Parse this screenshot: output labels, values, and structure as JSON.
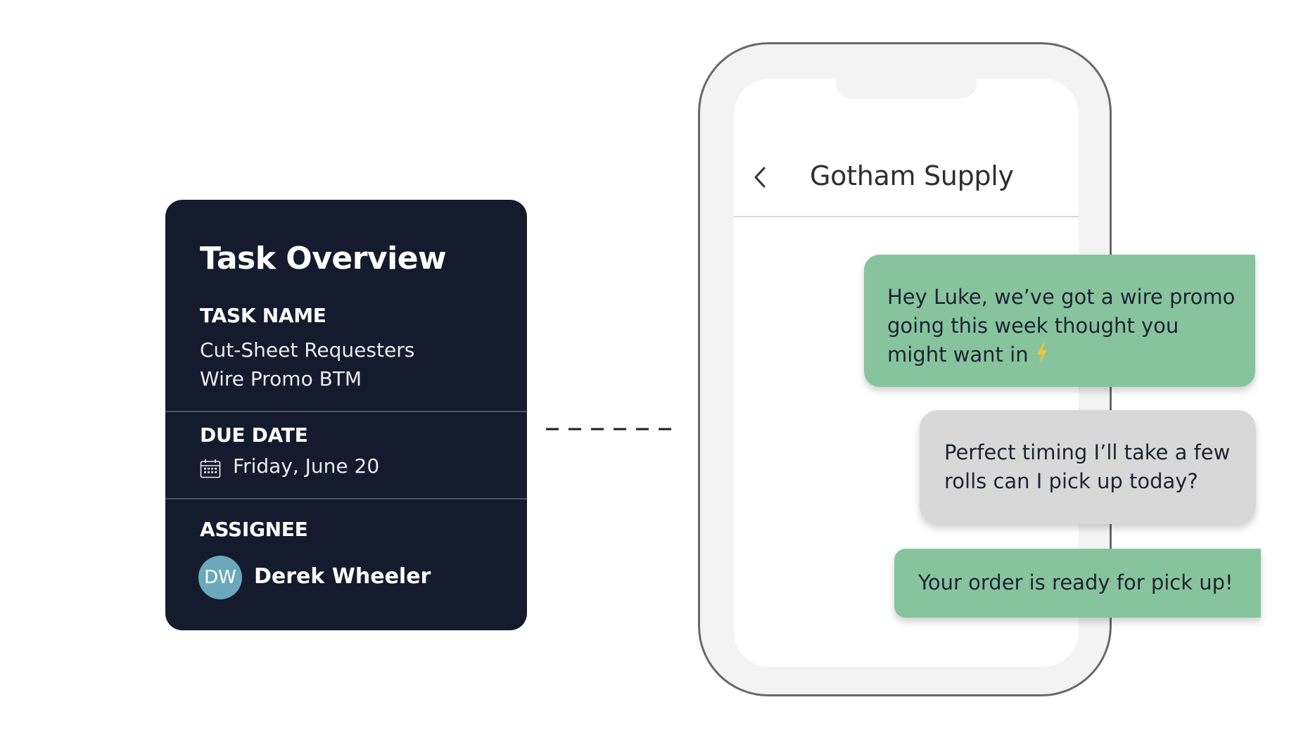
{
  "task_card": {
    "title": "Task Overview",
    "task_name_label": "TASK NAME",
    "task_name_line1": "Cut-Sheet Requesters",
    "task_name_line2": "Wire Promo BTM",
    "due_date_label": "DUE DATE",
    "due_date_icon": "calendar-icon",
    "due_date_value": "Friday, June 20",
    "assignee_label": "ASSIGNEE",
    "assignee_initials": "DW",
    "assignee_name": "Derek Wheeler"
  },
  "chat": {
    "back_icon": "chevron-left-icon",
    "title": "Gotham Supply",
    "messages": [
      {
        "from": "business",
        "text": "Hey Luke, we’ve got a wire promo going this week thought you might want in",
        "emoji": "lightning-bolt-icon"
      },
      {
        "from": "customer",
        "text": "Perfect timing I’ll take a few rolls can I pick up today?"
      },
      {
        "from": "business",
        "text": "Your order is ready for pick up!"
      }
    ]
  },
  "colors": {
    "card_background": "#141b2c",
    "avatar": "#6ba9ba",
    "outgoing_bubble": "#87c49e",
    "incoming_bubble": "#d8d8d8",
    "phone_frame": "#f3f3f3",
    "bolt": "#f2c33a"
  }
}
